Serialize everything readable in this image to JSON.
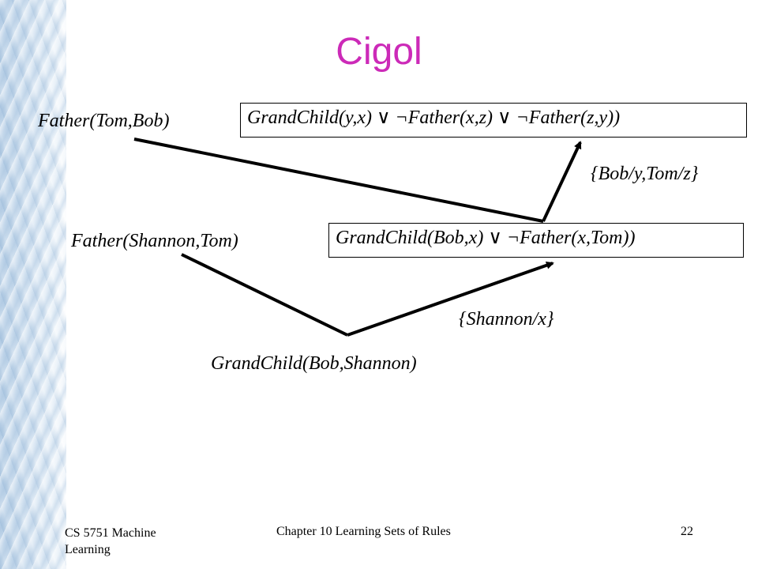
{
  "title": "Cigol",
  "clauses": {
    "father_tom_bob": "Father(Tom,Bob)",
    "grandchild_general": "GrandChild(y,x)  ∨ ¬Father(x,z)  ∨ ¬Father(z,y))",
    "substitution_top": "{Bob/y,Tom/z}",
    "father_shannon_tom": "Father(Shannon,Tom)",
    "grandchild_bob_x": "GrandChild(Bob,x)  ∨ ¬Father(x,Tom))",
    "substitution_bottom": "{Shannon/x}",
    "grandchild_bob_shannon": "GrandChild(Bob,Shannon)"
  },
  "footer": {
    "course": "CS 5751 Machine Learning",
    "chapter": "Chapter 10  Learning Sets of Rules",
    "page": "22"
  },
  "colors": {
    "title": "#cc2ab8",
    "text": "#000000"
  }
}
